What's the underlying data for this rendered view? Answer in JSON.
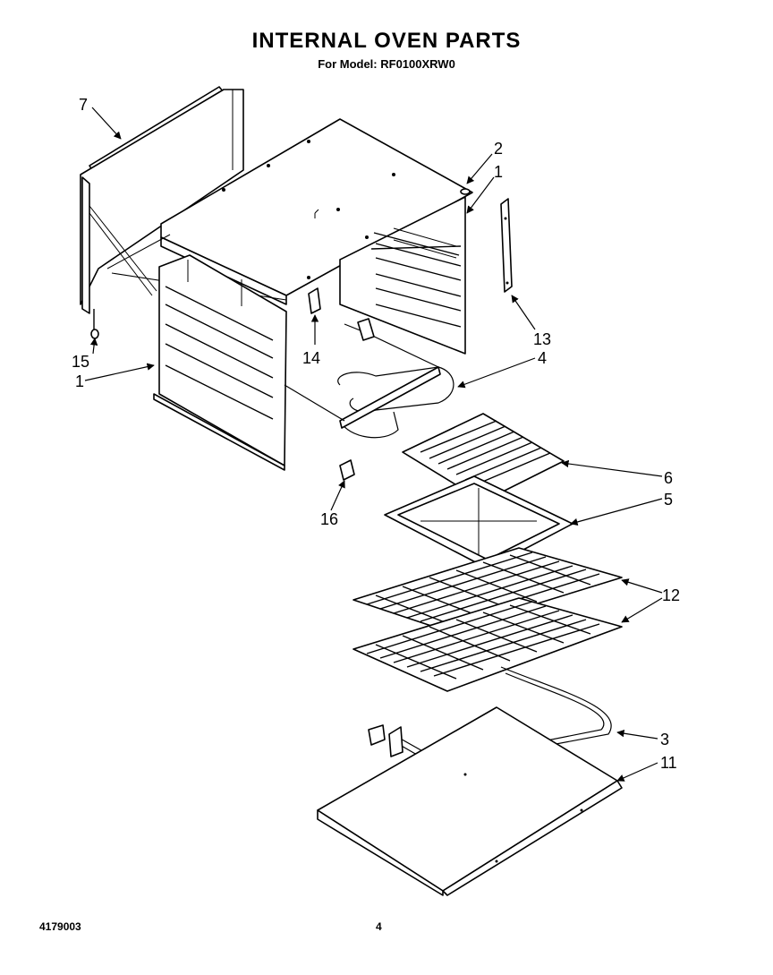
{
  "header": {
    "title": "INTERNAL OVEN PARTS",
    "subtitle": "For Model: RF0100XRW0"
  },
  "footer": {
    "doc_number": "4179003",
    "page_number": "4"
  },
  "callouts": {
    "c7": "7",
    "c2": "2",
    "c1_right": "1",
    "c1_left": "1",
    "c13": "13",
    "c15": "15",
    "c14": "14",
    "c4": "4",
    "c6": "6",
    "c5": "5",
    "c16": "16",
    "c12": "12",
    "c3": "3",
    "c11": "11"
  }
}
